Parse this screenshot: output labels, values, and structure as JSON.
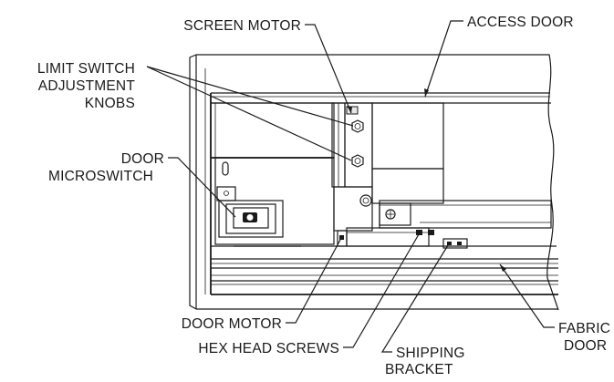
{
  "labels": {
    "screen_motor": "SCREEN MOTOR",
    "access_door": "ACCESS DOOR",
    "limit_switch": [
      "LIMIT SWITCH",
      "ADJUSTMENT",
      "KNOBS"
    ],
    "door_microswitch": [
      "DOOR",
      "MICROSWITCH"
    ],
    "door_motor": "DOOR MOTOR",
    "hex_head_screws": "HEX HEAD SCREWS",
    "shipping_bracket": [
      "SHIPPING",
      "BRACKET"
    ],
    "fabric_door": [
      "FABRIC",
      "DOOR"
    ]
  }
}
